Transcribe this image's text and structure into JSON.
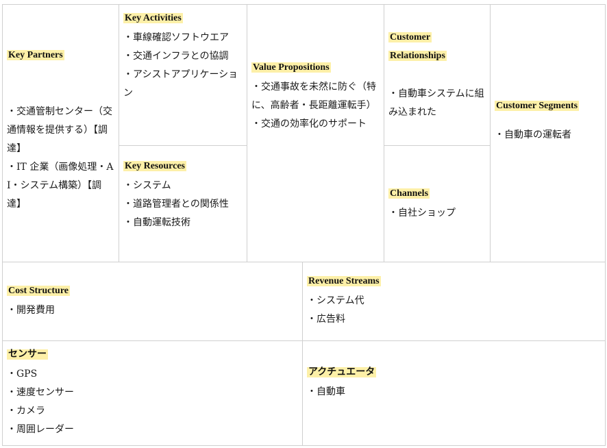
{
  "key_partners": {
    "title": "Key Partners",
    "items": [
      "・交通管制センター（交通情報を提供する）【調達】",
      "・IT 企業（画像処理・AI・システム構築）【調達】"
    ]
  },
  "key_activities": {
    "title": "Key Activities",
    "items": [
      "・車線確認ソフトウエア",
      "・交通インフラとの協調",
      "・アシストアプリケーション"
    ]
  },
  "key_resources": {
    "title": "Key Resources",
    "items": [
      "・システム",
      "・道路管理者との関係性",
      "・自動運転技術"
    ]
  },
  "value_propositions": {
    "title": "Value Propositions",
    "items": [
      "・交通事故を未然に防ぐ（特に、高齢者・長距離運転手）",
      "・交通の効率化のサポート"
    ]
  },
  "customer_relationships": {
    "title_line1": "Customer",
    "title_line2": "Relationships",
    "items": [
      "・自動車システムに組み込まれた"
    ]
  },
  "channels": {
    "title": "Channels",
    "items": [
      "・自社ショップ"
    ]
  },
  "customer_segments": {
    "title": "Customer Segments",
    "items": [
      "・自動車の運転者"
    ]
  },
  "cost_structure": {
    "title": "Cost Structure",
    "items": [
      "・開発費用"
    ]
  },
  "revenue_streams": {
    "title": "Revenue Streams",
    "items": [
      "・システム代",
      "・広告料"
    ]
  },
  "sensors": {
    "title": "センサー",
    "items": [
      "・GPS",
      "・速度センサー",
      "・カメラ",
      "・周囲レーダー"
    ]
  },
  "actuators": {
    "title": "アクチュエータ",
    "items": [
      "・自動車"
    ]
  },
  "colors": {
    "highlight": "#fdf0a8",
    "border": "#cfcfcf"
  }
}
